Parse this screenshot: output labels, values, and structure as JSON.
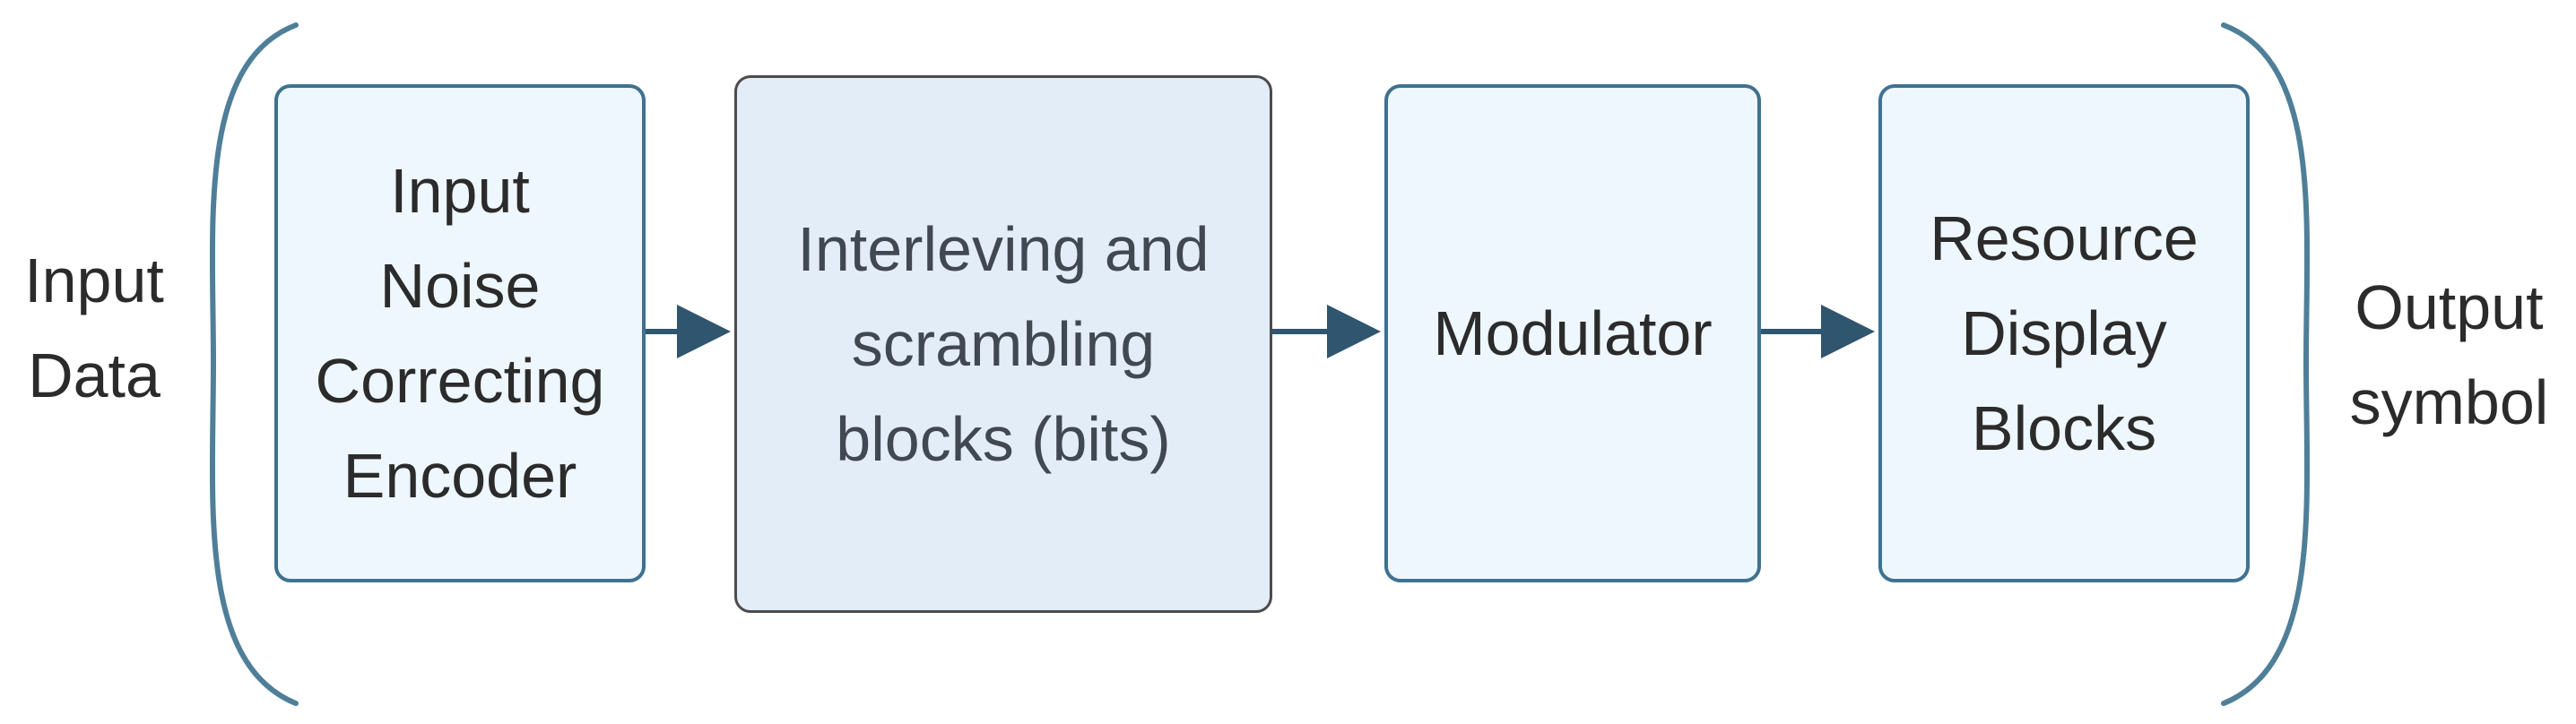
{
  "input_label": "Input\nData",
  "output_label": "Output\nsymbol",
  "blocks": [
    {
      "id": "encoder",
      "label": "Input\nNoise\nCorrecting\nEncoder"
    },
    {
      "id": "interleaving",
      "label": "Interleving and\nscrambling\nblocks (bits)"
    },
    {
      "id": "modulator",
      "label": "Modulator"
    },
    {
      "id": "resource",
      "label": "Resource\nDisplay\nBlocks"
    }
  ],
  "colors": {
    "border": "#3f7190",
    "arrow": "#2f556f",
    "bracket": "#4f7f98",
    "block_fill": "#eef7fd",
    "highlight_fill": "#e3edf8"
  }
}
